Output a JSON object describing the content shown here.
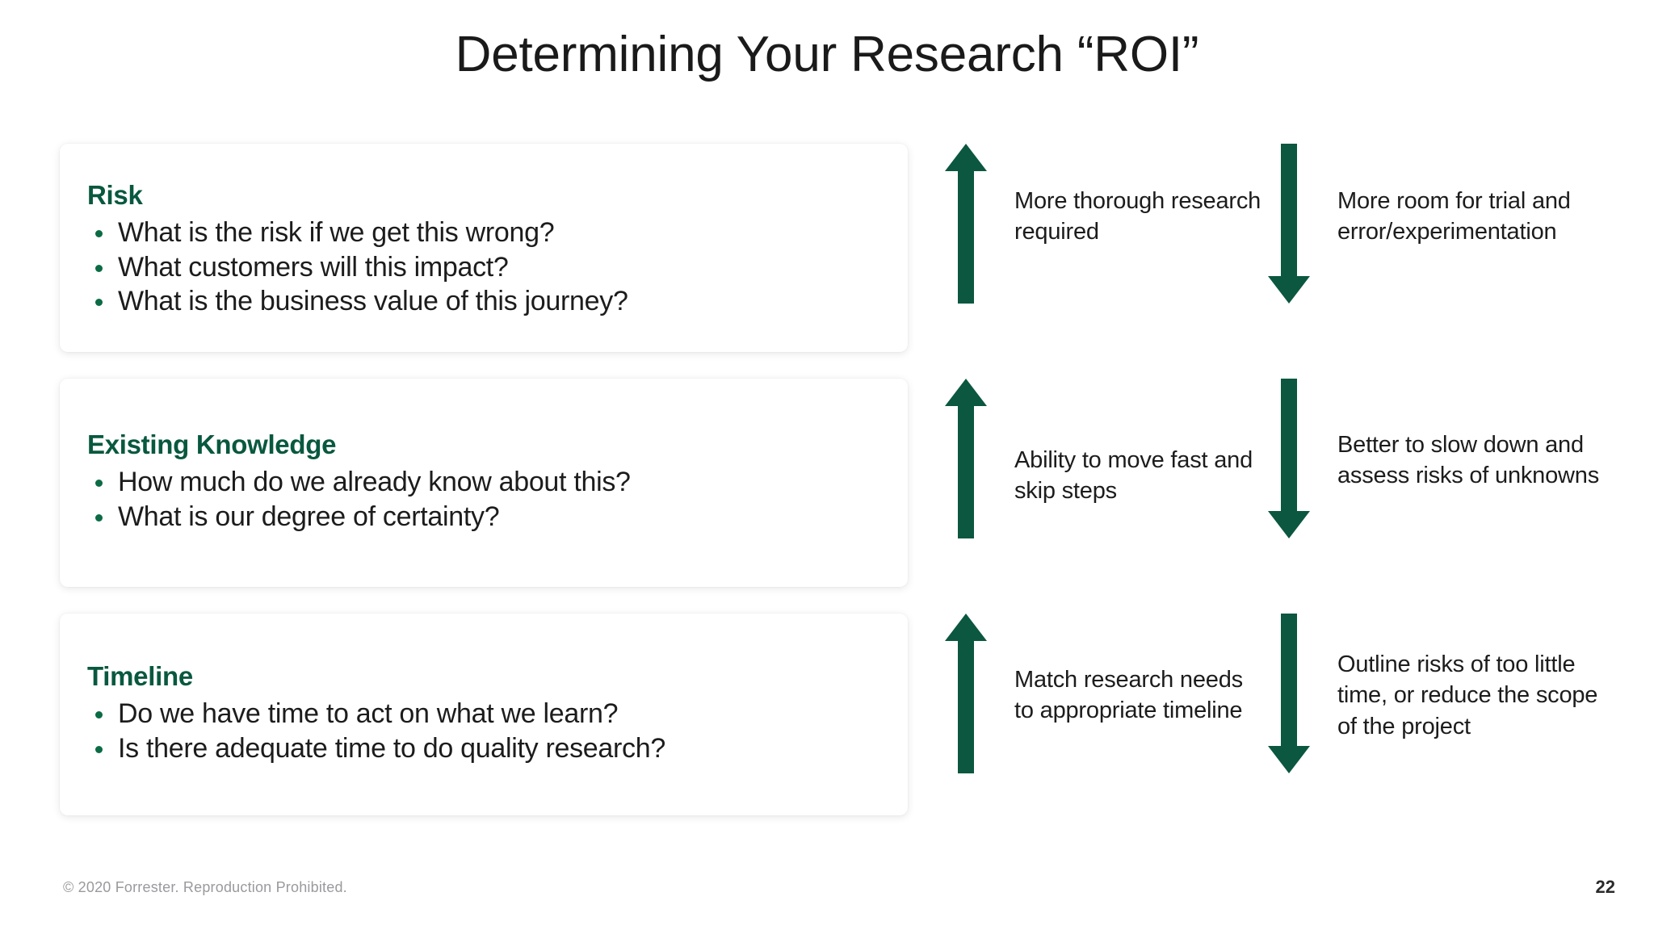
{
  "slide": {
    "title": "Determining Your Research “ROI”",
    "accent_green": "#08583F",
    "bullet_green": "#0B6B45",
    "body_text_color": "#1c1c1c",
    "background": "#ffffff"
  },
  "cards": [
    {
      "heading": "Risk",
      "bullets": [
        "What is the risk if we get this wrong?",
        "What customers will this impact?",
        "What is the business value of this journey?"
      ]
    },
    {
      "heading": "Existing Knowledge",
      "bullets": [
        "How much do we already know about this?",
        "What is our degree of certainty?"
      ]
    },
    {
      "heading": "Timeline",
      "bullets": [
        "Do we have time to act on what we learn?",
        "Is there adequate time to do quality research?"
      ]
    }
  ],
  "arrow_rows": [
    {
      "up": {
        "icon": "up-arrow-icon",
        "label": "More thorough research required"
      },
      "down": {
        "icon": "down-arrow-icon",
        "label": "More room for trial and error/experimentation"
      }
    },
    {
      "up": {
        "icon": "up-arrow-icon",
        "label": "Ability to move fast and skip steps"
      },
      "down": {
        "icon": "down-arrow-icon",
        "label": "Better to slow down and assess risks of unknowns"
      }
    },
    {
      "up": {
        "icon": "up-arrow-icon",
        "label": "Match research needs to appropriate timeline"
      },
      "down": {
        "icon": "down-arrow-icon",
        "label": "Outline risks of too little time, or reduce the scope of the project"
      }
    }
  ],
  "footer": {
    "copyright": "© 2020 Forrester. Reproduction Prohibited.",
    "page_number": "22"
  }
}
